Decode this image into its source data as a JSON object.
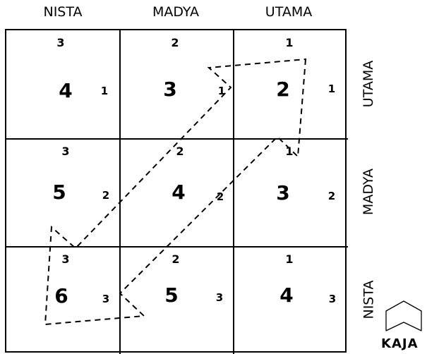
{
  "columns": [
    "NISTA",
    "MADYA",
    "UTAMA"
  ],
  "rows": [
    "UTAMA",
    "MADYA",
    "NISTA"
  ],
  "cells": [
    [
      {
        "top": "3",
        "center": "4",
        "right": "1"
      },
      {
        "top": "2",
        "center": "3",
        "right": "1"
      },
      {
        "top": "1",
        "center": "2",
        "right": "1"
      }
    ],
    [
      {
        "top": "3",
        "center": "5",
        "right": "2"
      },
      {
        "top": "2",
        "center": "4",
        "right": "2"
      },
      {
        "top": "1",
        "center": "3",
        "right": "2"
      }
    ],
    [
      {
        "top": "3",
        "center": "6",
        "right": "3"
      },
      {
        "top": "2",
        "center": "5",
        "right": "3"
      },
      {
        "top": "1",
        "center": "4",
        "right": "3"
      }
    ]
  ],
  "direction_label": "KAJA",
  "colors": {
    "line": "#000000",
    "background": "#ffffff"
  }
}
